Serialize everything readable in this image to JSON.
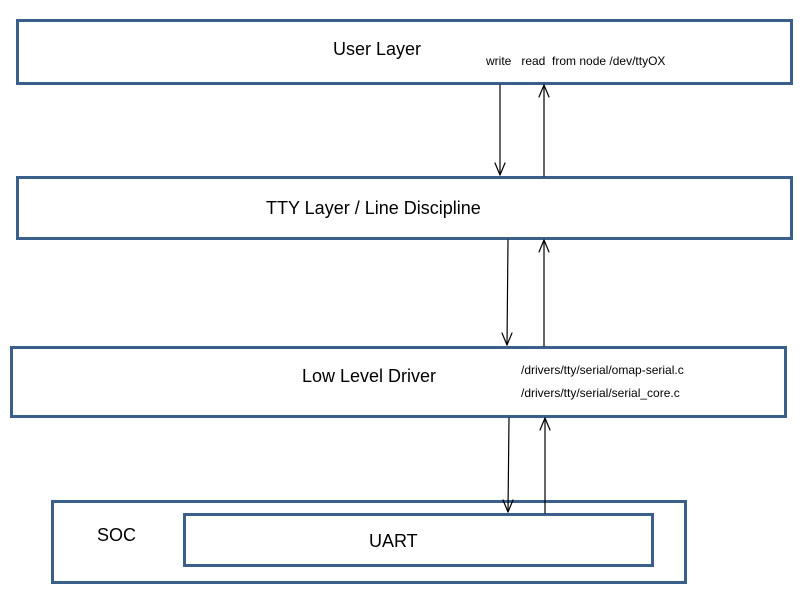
{
  "diagram": {
    "layers": {
      "user": {
        "label": "User Layer"
      },
      "tty": {
        "label": "TTY Layer / Line Discipline"
      },
      "driver": {
        "label": "Low Level Driver",
        "files": [
          "/drivers/tty/serial/omap-serial.c",
          "/drivers/tty/serial/serial_core.c"
        ]
      },
      "soc": {
        "label": "SOC"
      },
      "uart": {
        "label": "UART"
      }
    },
    "annotation": "write   read  from node /dev/ttyOX",
    "colors": {
      "box_border": "#3a5f8b",
      "arrow": "#000000"
    }
  }
}
